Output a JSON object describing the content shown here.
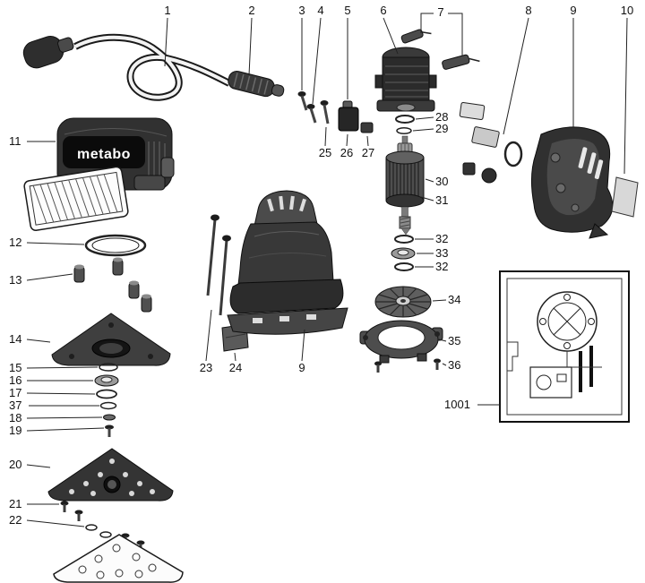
{
  "brand": "metabo",
  "colors": {
    "paper": "#ffffff",
    "ink": "#1a1a1a"
  },
  "callouts": {
    "c1": "1",
    "c2": "2",
    "c3": "3",
    "c4": "4",
    "c5": "5",
    "c6": "6",
    "c7": "7",
    "c8": "8",
    "c9a": "9",
    "c10": "10",
    "c11": "11",
    "c12": "12",
    "c13": "13",
    "c14": "14",
    "c15": "15",
    "c16": "16",
    "c17": "17",
    "c37": "37",
    "c18": "18",
    "c19": "19",
    "c20": "20",
    "c21": "21",
    "c22": "22",
    "c23": "23",
    "c24": "24",
    "c9b": "9",
    "c25": "25",
    "c26": "26",
    "c27": "27",
    "c28": "28",
    "c29": "29",
    "c30": "30",
    "c31": "31",
    "c32a": "32",
    "c33": "33",
    "c32b": "32",
    "c34": "34",
    "c35": "35",
    "c36": "36",
    "c1001": "1001"
  }
}
